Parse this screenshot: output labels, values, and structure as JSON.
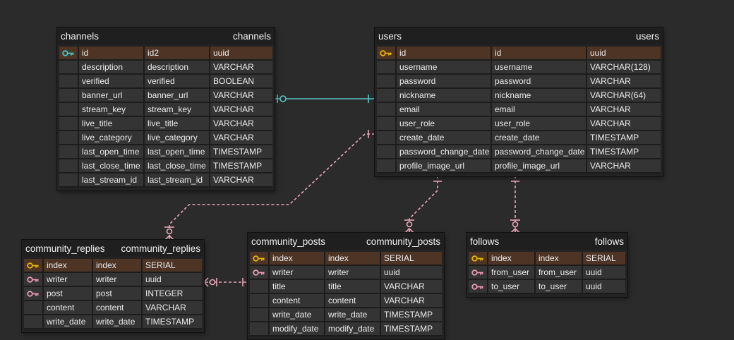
{
  "colors": {
    "background": "#2b2b2b",
    "pk_row": "#4e3424",
    "primary_key_icon": "#e3b505",
    "foreign_key_icon": "#e89ab0",
    "channel_key_icon": "#3ec8c8",
    "relation_teal": "#56c4c4",
    "relation_pink": "#eaa6b6"
  },
  "tables": [
    {
      "id": "channels",
      "name": "channels",
      "alias": "channels",
      "rows": [
        {
          "key": "pk-channel",
          "name": "id",
          "alias": "id2",
          "type": "uuid"
        },
        {
          "key": "",
          "name": "description",
          "alias": "description",
          "type": "VARCHAR"
        },
        {
          "key": "",
          "name": "verified",
          "alias": "verified",
          "type": "BOOLEAN"
        },
        {
          "key": "",
          "name": "banner_url",
          "alias": "banner_url",
          "type": "VARCHAR"
        },
        {
          "key": "",
          "name": "stream_key",
          "alias": "stream_key",
          "type": "VARCHAR"
        },
        {
          "key": "",
          "name": "live_title",
          "alias": "live_title",
          "type": "VARCHAR"
        },
        {
          "key": "",
          "name": "live_category",
          "alias": "live_category",
          "type": "VARCHAR"
        },
        {
          "key": "",
          "name": "last_open_time",
          "alias": "last_open_time",
          "type": "TIMESTAMP"
        },
        {
          "key": "",
          "name": "last_close_time",
          "alias": "last_close_time",
          "type": "TIMESTAMP"
        },
        {
          "key": "",
          "name": "last_stream_id",
          "alias": "last_stream_id",
          "type": "VARCHAR"
        }
      ]
    },
    {
      "id": "users",
      "name": "users",
      "alias": "users",
      "rows": [
        {
          "key": "pk",
          "name": "id",
          "alias": "id",
          "type": "uuid"
        },
        {
          "key": "",
          "name": "username",
          "alias": "username",
          "type": "VARCHAR(128)"
        },
        {
          "key": "",
          "name": "password",
          "alias": "password",
          "type": "VARCHAR"
        },
        {
          "key": "",
          "name": "nickname",
          "alias": "nickname",
          "type": "VARCHAR(64)"
        },
        {
          "key": "",
          "name": "email",
          "alias": "email",
          "type": "VARCHAR"
        },
        {
          "key": "",
          "name": "user_role",
          "alias": "user_role",
          "type": "VARCHAR"
        },
        {
          "key": "",
          "name": "create_date",
          "alias": "create_date",
          "type": "TIMESTAMP"
        },
        {
          "key": "",
          "name": "password_change_date",
          "alias": "password_change_date",
          "type": "TIMESTAMP"
        },
        {
          "key": "",
          "name": "profile_image_url",
          "alias": "profile_image_url",
          "type": "VARCHAR"
        }
      ]
    },
    {
      "id": "community_replies",
      "name": "community_replies",
      "alias": "community_replies",
      "rows": [
        {
          "key": "pk",
          "name": "index",
          "alias": "index",
          "type": "SERIAL"
        },
        {
          "key": "fk",
          "name": "writer",
          "alias": "writer",
          "type": "uuid"
        },
        {
          "key": "fk",
          "name": "post",
          "alias": "post",
          "type": "INTEGER"
        },
        {
          "key": "",
          "name": "content",
          "alias": "content",
          "type": "VARCHAR"
        },
        {
          "key": "",
          "name": "write_date",
          "alias": "write_date",
          "type": "TIMESTAMP"
        }
      ]
    },
    {
      "id": "community_posts",
      "name": "community_posts",
      "alias": "community_posts",
      "rows": [
        {
          "key": "pk",
          "name": "index",
          "alias": "index",
          "type": "SERIAL"
        },
        {
          "key": "fk",
          "name": "writer",
          "alias": "writer",
          "type": "uuid"
        },
        {
          "key": "",
          "name": "title",
          "alias": "title",
          "type": "VARCHAR"
        },
        {
          "key": "",
          "name": "content",
          "alias": "content",
          "type": "VARCHAR"
        },
        {
          "key": "",
          "name": "write_date",
          "alias": "write_date",
          "type": "TIMESTAMP"
        },
        {
          "key": "",
          "name": "modify_date",
          "alias": "modify_date",
          "type": "TIMESTAMP"
        }
      ]
    },
    {
      "id": "follows",
      "name": "follows",
      "alias": "follows",
      "rows": [
        {
          "key": "pk",
          "name": "index",
          "alias": "index",
          "type": "SERIAL"
        },
        {
          "key": "fk",
          "name": "from_user",
          "alias": "from_user",
          "type": "uuid"
        },
        {
          "key": "fk",
          "name": "to_user",
          "alias": "to_user",
          "type": "uuid"
        }
      ]
    }
  ],
  "relationships": [
    {
      "from": "channels.id",
      "to": "users.id",
      "cardinality": "zero-or-one to one",
      "style": "solid",
      "color": "teal"
    },
    {
      "from": "users.id",
      "to": "community_replies.writer",
      "cardinality": "one to zero-or-many",
      "style": "dashed",
      "color": "pink"
    },
    {
      "from": "users.id",
      "to": "community_posts.writer",
      "cardinality": "one to zero-or-many",
      "style": "dashed",
      "color": "pink"
    },
    {
      "from": "users.id",
      "to": "follows.from_user",
      "cardinality": "one to zero-or-many",
      "style": "dashed",
      "color": "pink"
    },
    {
      "from": "community_posts.index",
      "to": "community_replies.post",
      "cardinality": "one to zero-or-many",
      "style": "dashed",
      "color": "pink"
    }
  ]
}
